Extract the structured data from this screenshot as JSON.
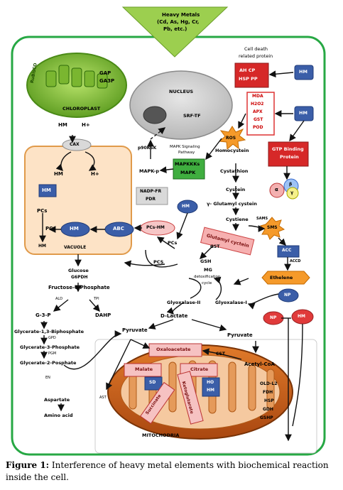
{
  "header": {
    "line1": "Heavy Metals",
    "line2": "(Cd, As, Hg, Cr,",
    "line3": "Pb, etc.)"
  },
  "chloroplast": {
    "label": "CHLOROPLAST",
    "rubisco": "RuBisCO",
    "gap": "GAP",
    "ga3p": "GA3P"
  },
  "nucleus": {
    "label": "NUCLEUS",
    "srf": "SRF-TF"
  },
  "cell_death": {
    "title1": "Cell death",
    "title2": "related protein",
    "box_line1": "AH  CP",
    "box_line2": "HSP  PP",
    "hm": "HM"
  },
  "stress_box": {
    "items": [
      "MDA",
      "H2O2",
      "APX",
      "GST",
      "POD"
    ],
    "hm": "HM"
  },
  "ros": "ROS",
  "gtp": {
    "line1": "GTP Binding",
    "line2": "Protein",
    "alpha": "α",
    "gamma": "γ",
    "beta": "β"
  },
  "mapk": {
    "pathway1": "MAPK Signaling",
    "pathway2": "Pathway",
    "box1": "MAPKKKs",
    "box2": "MAPK",
    "p90": "p90RSK",
    "mapkp": "MAPK-p",
    "nadp1": "NADP-FR",
    "nadp2": "PDR"
  },
  "cax": {
    "label": "CAX",
    "hm_top": "HM",
    "hplus_top": "H+",
    "hm_in": "HM",
    "hplus_in": "H+"
  },
  "vacuole": {
    "label": "VACUOLE",
    "hm_box": "HM",
    "pcs1": "PCs",
    "pcs2": "PCs",
    "hm_out": "HM",
    "hm_oval": "HM",
    "abc": "ABC"
  },
  "pcs_hm": "PCs-HM",
  "pcs_center": "PCs",
  "pcs_enzyme": "PCS",
  "hm_blue_mid": "HM",
  "sulfur": {
    "homocystein": "Homocystein",
    "cystathion": "Cystathion",
    "cystein": "Cystein",
    "glutamyl": "γ- Glutamyl  cystein",
    "cystiene": "Cystiene",
    "glutamyl_cyctein": "Glutamyl cyctein",
    "sams": "SAMS",
    "sms": "SMS",
    "acc": "ACC",
    "accd": "ACCD",
    "ethelene": "Ethelene",
    "gst": "GST",
    "gsh": "GSH",
    "mg": "MG",
    "detox1": "detoxification",
    "detox2": "cycle",
    "glyoxalase2": "Glyoxalase-II",
    "glyoxalase1": "Glyoxalase-I",
    "dlactate": "D-Lactate",
    "np1": "NP",
    "np2": "NP",
    "hm_red": "HM"
  },
  "glycolysis": {
    "glucose": "Glucose",
    "g6pdh": "G6PDH",
    "f6p": "Fructose-6-Phosphate",
    "ald": "ALD",
    "tpi": "TPI",
    "g3p": "G-3-P",
    "dahp": "DAHP",
    "gbp": "Glycerate-1,3-Biphosphate",
    "gpd": "GPD",
    "g3ph": "Glycerate-3-Phosphate",
    "pgm": "PGM",
    "g2p": "Glycerate-2-Posphate",
    "en": "EN",
    "pyruvate1": "Pyruvate",
    "pyruvate2": "Pyruvate",
    "aspartate": "Aspartate",
    "ast": "AST",
    "amino": "Amino acid"
  },
  "mito": {
    "label": "MITOCHODRIA",
    "oxaloacetate": "Oxaloacetate",
    "malate": "Malate",
    "citrate": "Citrate",
    "sd": "SD",
    "ketoglutarate": "Ketoglutarate",
    "succinate": "Succinate",
    "ho": "HO",
    "hm": "HM",
    "cst": "CST",
    "acetyl": "Acetyl-CoA",
    "proteins": [
      "OLD-L2",
      "FDH",
      "HSP",
      "GDH",
      "GSHP"
    ]
  },
  "caption": {
    "label": "Figure 1:",
    "text": " Interference of heavy metal elements with biochemical reaction inside the cell."
  }
}
